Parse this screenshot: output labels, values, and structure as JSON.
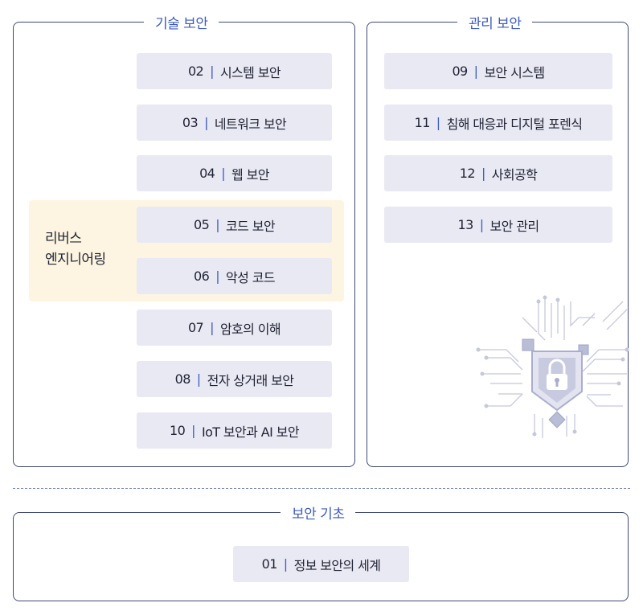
{
  "panels": {
    "tech": {
      "title": "기술 보안",
      "chips": [
        {
          "num": "02",
          "label": "시스템 보안"
        },
        {
          "num": "03",
          "label": "네트워크 보안"
        },
        {
          "num": "04",
          "label": "웹 보안"
        },
        {
          "num": "05",
          "label": "코드 보안"
        },
        {
          "num": "06",
          "label": "악성 코드"
        },
        {
          "num": "07",
          "label": "암호의 이해"
        },
        {
          "num": "08",
          "label": "전자 상거래 보안"
        },
        {
          "num": "10",
          "label": "IoT 보안과 AI 보안"
        }
      ],
      "group_label_line1": "리버스",
      "group_label_line2": "엔지니어링"
    },
    "mgmt": {
      "title": "관리 보안",
      "chips": [
        {
          "num": "09",
          "label": "보안 시스템"
        },
        {
          "num": "11",
          "label": "침해 대응과 디지털 포렌식"
        },
        {
          "num": "12",
          "label": "사회공학"
        },
        {
          "num": "13",
          "label": "보안 관리"
        }
      ]
    },
    "basic": {
      "title": "보안 기초",
      "chips": [
        {
          "num": "01",
          "label": "정보 보안의 세계"
        }
      ]
    }
  },
  "separator": "|",
  "colors": {
    "accent": "#3d5bbf",
    "chip": "#e9e9f3",
    "highlight": "#fdf5e1",
    "border": "#3f4a7a"
  },
  "icons": [
    "circuit-lock-icon"
  ]
}
